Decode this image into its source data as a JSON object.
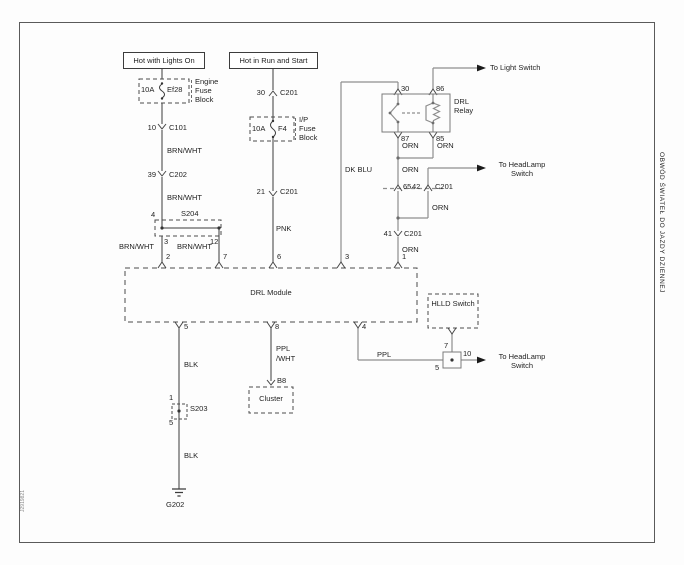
{
  "frame": {
    "side_title": "OBWÓD ŚWIATEŁ DO JAZDY DZIENNEJ",
    "doc_id": "J2919821"
  },
  "headers": {
    "left": "Hot with Lights On",
    "right": "Hot in Run and Start"
  },
  "wires": {
    "brnwht": "BRN/WHT",
    "pnk": "PNK",
    "dkblu": "DK BLU",
    "orn": "ORN",
    "blk": "BLK",
    "ppl": "PPL",
    "ppl_wht_1": "PPL",
    "ppl_wht_2": "/WHT"
  },
  "left_branch": {
    "fuse_amps": "10A",
    "fuse_name": "Ef28",
    "fuse_block": "Engine Fuse Block",
    "c101_pin": "10",
    "c101": "C101",
    "c202_pin": "39",
    "c202": "C202",
    "s204": "S204",
    "s204_pin_top": "4",
    "s204_pin_left": "3",
    "s204_pin_right": "12"
  },
  "mid_branch": {
    "c201_top_pin": "30",
    "c201_top": "C201",
    "fuse_amps": "10A",
    "fuse_name": "F4",
    "fuse_block": "I/P Fuse Block",
    "c201_bot_pin": "21",
    "c201_bot": "C201"
  },
  "relay": {
    "label": "DRL Relay",
    "pin30": "30",
    "pin86": "86",
    "pin87": "87",
    "pin85": "85"
  },
  "right_branch": {
    "c201_6542_left": "65",
    "c201_6542_right": "42",
    "c201_6542": "C201",
    "c201_41_pin": "41",
    "c201_41": "C201"
  },
  "arrows": {
    "to_light": "To Light Switch",
    "to_headlamp": "To HeadLamp Switch"
  },
  "module": {
    "label": "DRL Module",
    "top_pins": [
      "2",
      "7",
      "6",
      "3",
      "1"
    ],
    "bottom_pins": [
      "5",
      "8",
      "4"
    ]
  },
  "s203": {
    "name": "S203",
    "pin_top": "1",
    "pin_bottom": "5"
  },
  "ground": {
    "name": "G202"
  },
  "cluster": {
    "label": "Cluster",
    "pin": "B8"
  },
  "hlld": {
    "label": "HLLD Switch",
    "pin_top": "7",
    "pin_right": "10",
    "pin_left": "5"
  }
}
